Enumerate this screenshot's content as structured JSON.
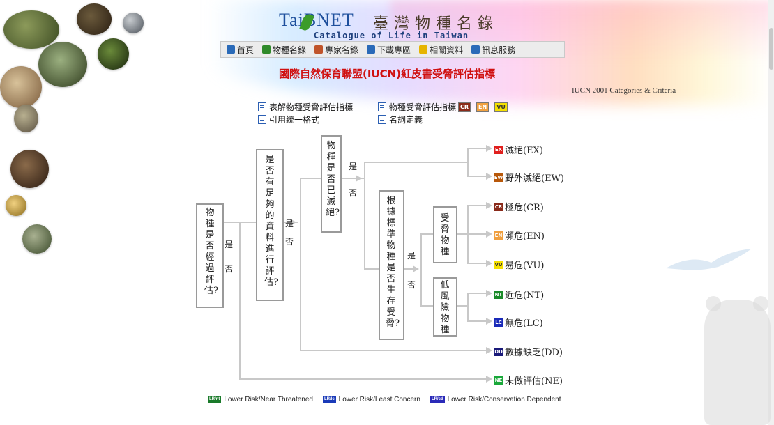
{
  "header": {
    "logo_brand": "TaiBNET",
    "logo_title": "臺灣物種名錄",
    "logo_subtitle": "Catalogue of Life in Taiwan"
  },
  "nav": [
    {
      "label": "首頁",
      "icon": "home-icon",
      "color": "#2a6ab8"
    },
    {
      "label": "物種名錄",
      "icon": "tree-icon",
      "color": "#2f8a2a"
    },
    {
      "label": "專家名錄",
      "icon": "person-icon",
      "color": "#c0542a"
    },
    {
      "label": "下載專區",
      "icon": "disk-icon",
      "color": "#2a6ab8"
    },
    {
      "label": "相關資料",
      "icon": "star-icon",
      "color": "#e6b400"
    },
    {
      "label": "訊息服務",
      "icon": "info-icon",
      "color": "#2a6ab8"
    }
  ],
  "page_title": "國際自然保育聯盟(IUCN)紅皮書受脅評估指標",
  "version": "IUCN 2001 Categories & Criteria",
  "links": {
    "diagram": "表解物種受脅評估指標",
    "criteria": "物種受脅評估指標",
    "citation": "引用統一格式",
    "glossary": "名詞定義",
    "badges": [
      "CR",
      "EN",
      "VU"
    ]
  },
  "flow": {
    "q1": "物種是否經過評估?",
    "q2": "是否有足夠的資料進行評估?",
    "q3": "物種是否已滅絕?",
    "q4": "根據標準物種是否生存受脅?",
    "threatened": "受脅物種",
    "low_risk": "低風險物種",
    "yes": "是",
    "no": "否"
  },
  "categories": [
    {
      "code": "EX",
      "label": "滅絕(EX)",
      "color": "#e0201e"
    },
    {
      "code": "EW",
      "label": "野外滅絕(EW)",
      "color": "#b8580a"
    },
    {
      "code": "CR",
      "label": "極危(CR)",
      "color": "#8a2a1a"
    },
    {
      "code": "EN",
      "label": "瀕危(EN)",
      "color": "#f0a040"
    },
    {
      "code": "VU",
      "label": "易危(VU)",
      "color": "#f5e000"
    },
    {
      "code": "NT",
      "label": "近危(NT)",
      "color": "#1a8a2a"
    },
    {
      "code": "LC",
      "label": "無危(LC)",
      "color": "#1a2ab8"
    },
    {
      "code": "DD",
      "label": "數據缺乏(DD)",
      "color": "#1a1a7a"
    },
    {
      "code": "NE",
      "label": "未做評估(NE)",
      "color": "#1aa83a"
    }
  ],
  "legend": [
    {
      "badge": "LR/nt",
      "label": "Lower Risk/Near Threatened",
      "color": "#1a7a2a"
    },
    {
      "badge": "LR/lc",
      "label": "Lower Risk/Least Concern",
      "color": "#1a3ab8"
    },
    {
      "badge": "LR/cd",
      "label": "Lower Risk/Conservation Dependent",
      "color": "#2a2ab8"
    }
  ]
}
